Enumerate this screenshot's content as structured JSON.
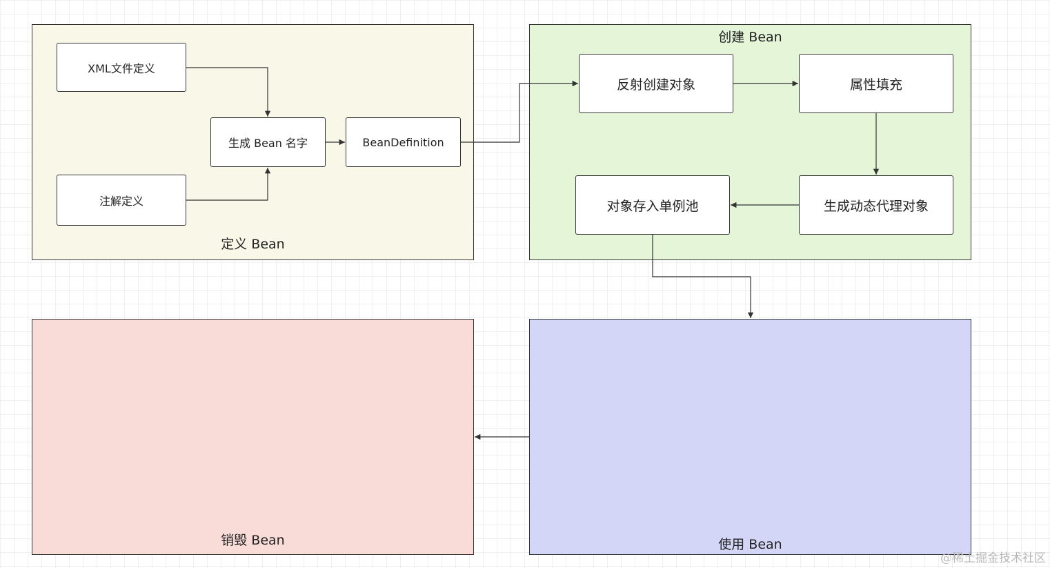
{
  "containers": {
    "define": "定义 Bean",
    "create": "创建 Bean",
    "destroy": "销毁 Bean",
    "use": "使用 Bean"
  },
  "nodes": {
    "xml": "XML文件定义",
    "annotation": "注解定义",
    "gen_name": "生成 Bean 名字",
    "bean_definition": "BeanDefinition",
    "reflect": "反射创建对象",
    "property_fill": "属性填充",
    "proxy": "生成动态代理对象",
    "singleton_pool": "对象存入单例池"
  },
  "edges": [
    [
      "xml",
      "gen_name"
    ],
    [
      "annotation",
      "gen_name"
    ],
    [
      "gen_name",
      "bean_definition"
    ],
    [
      "bean_definition",
      "reflect"
    ],
    [
      "reflect",
      "property_fill"
    ],
    [
      "property_fill",
      "proxy"
    ],
    [
      "proxy",
      "singleton_pool"
    ],
    [
      "singleton_pool",
      "use"
    ],
    [
      "use",
      "destroy"
    ]
  ],
  "colors": {
    "define_bg": "#f9f8e8",
    "create_bg": "#e4f5d8",
    "destroy_bg": "#f9dbd8",
    "use_bg": "#d3d6f7",
    "line": "#333333"
  },
  "watermark": "@稀土掘金技术社区"
}
